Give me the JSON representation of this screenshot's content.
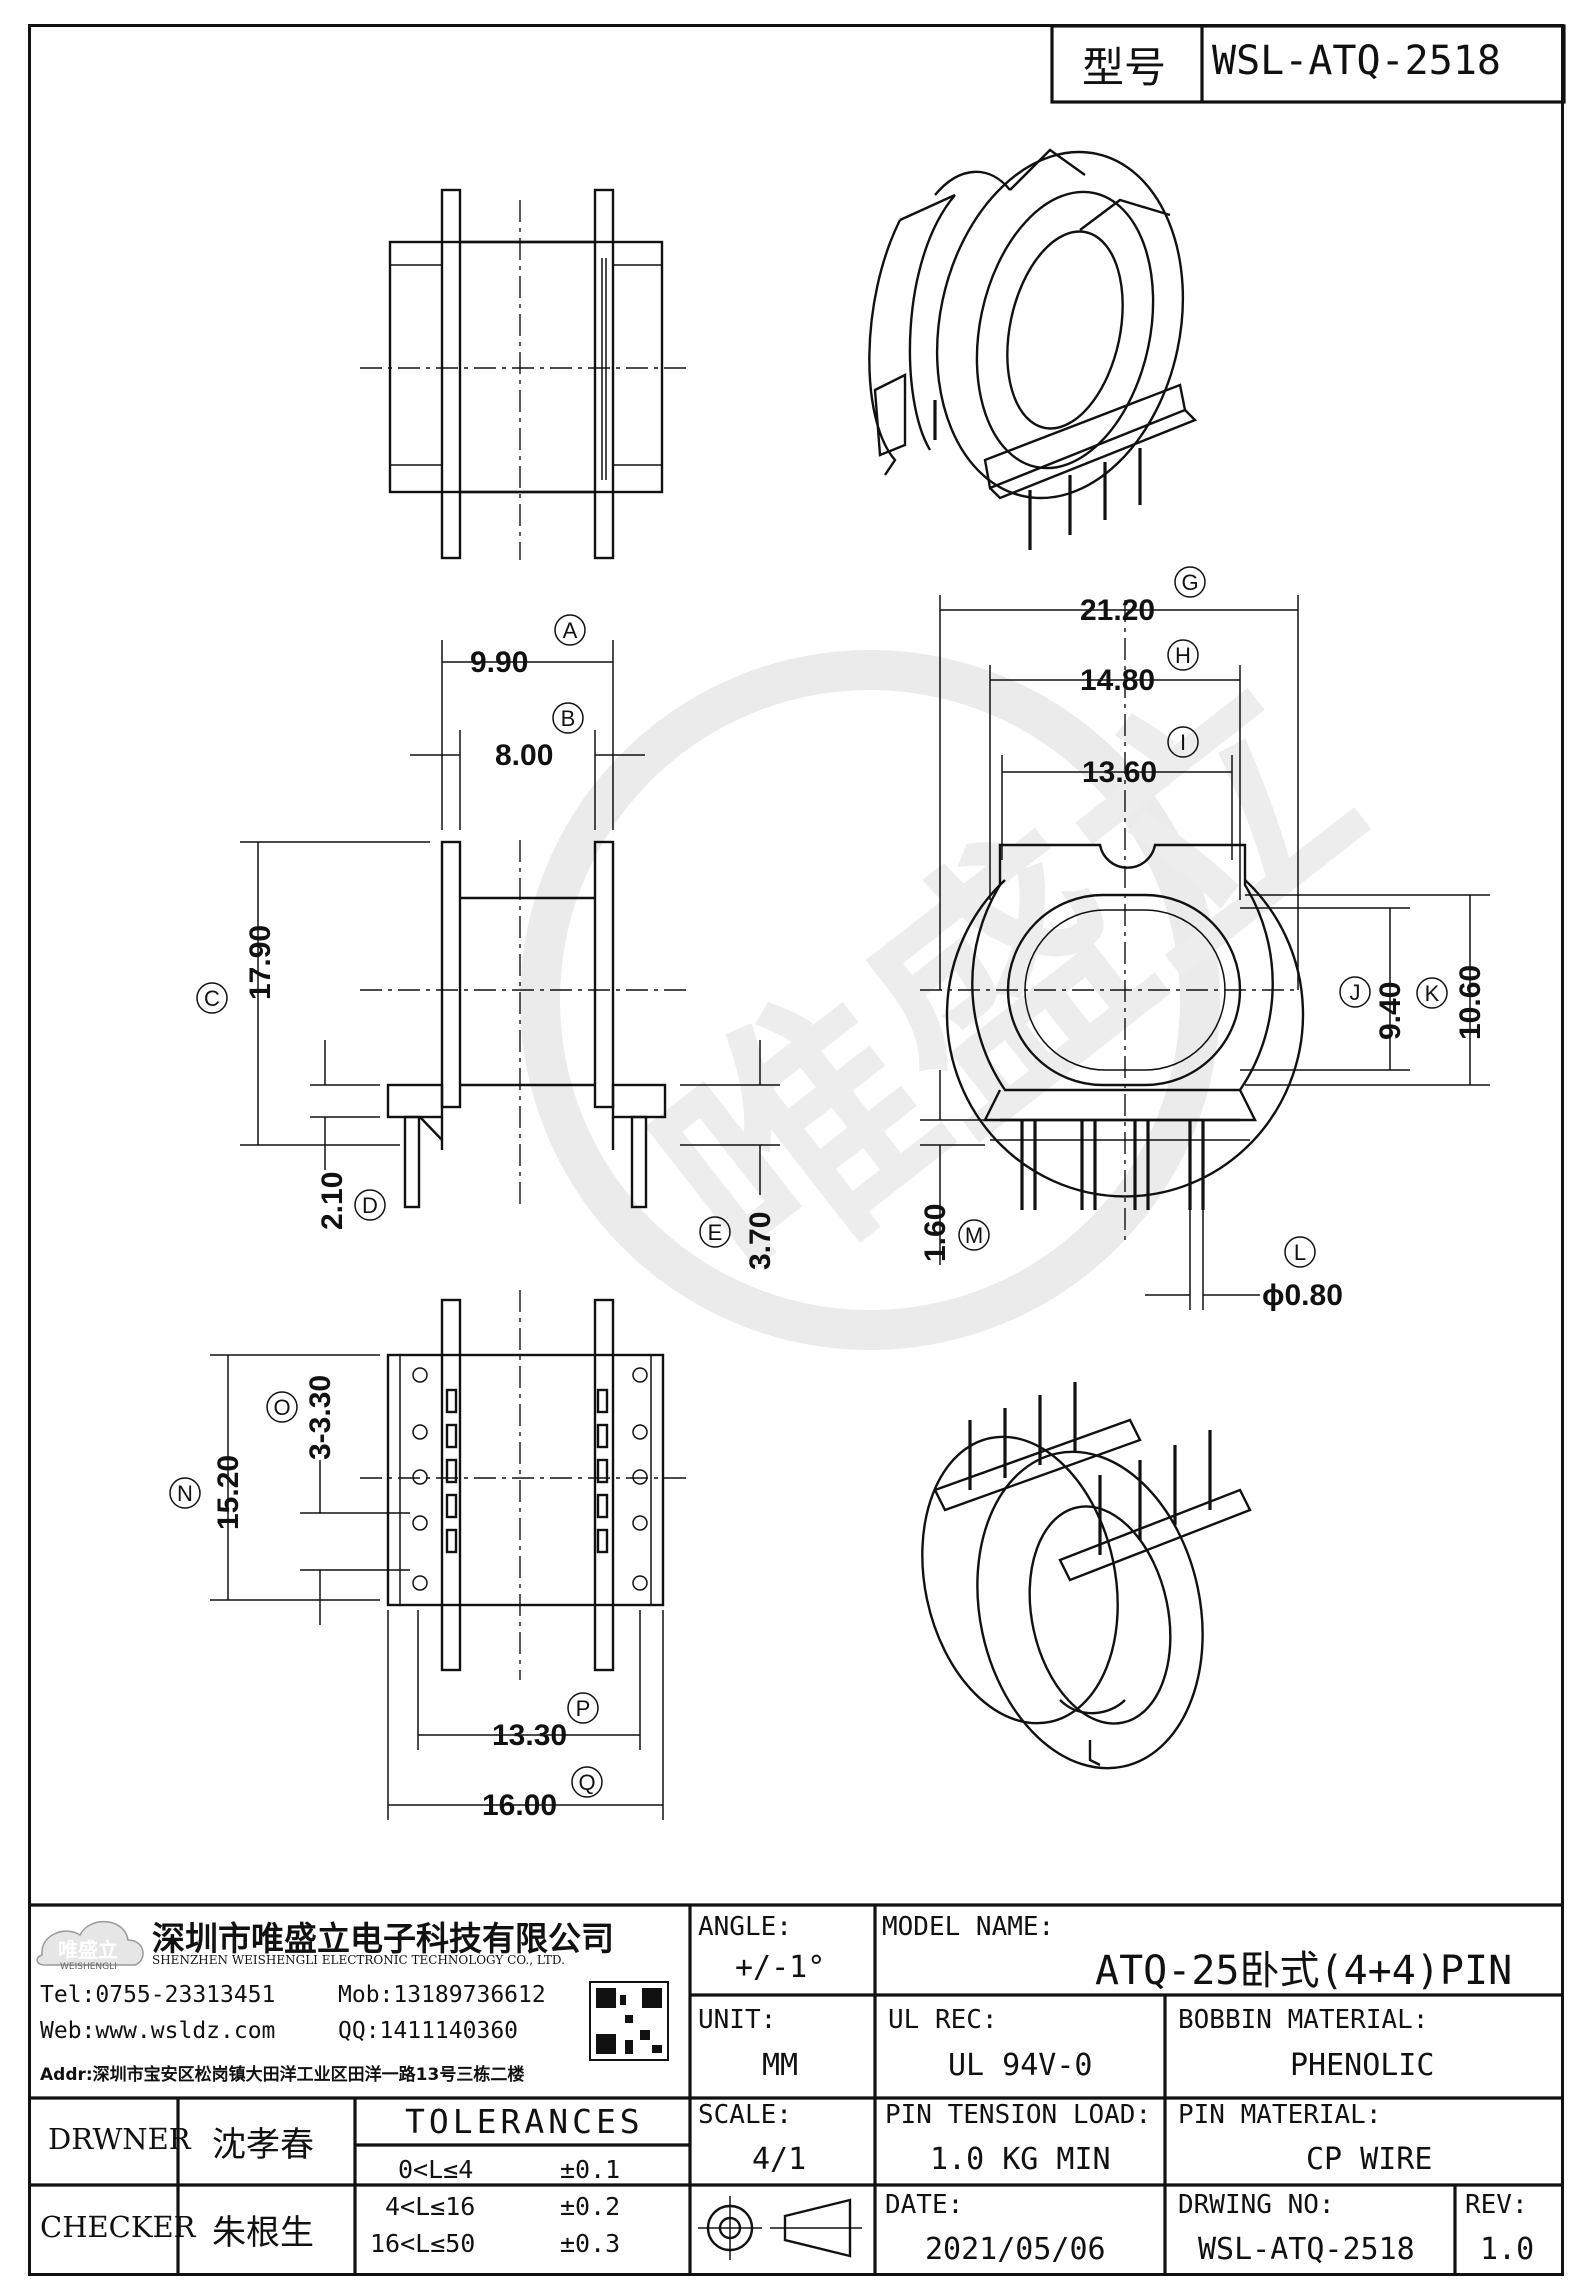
{
  "title_block_top": {
    "type_label": "型号",
    "type_value": "WSL-ATQ-2518"
  },
  "dimensions": [
    {
      "id": "A",
      "value": "9.90"
    },
    {
      "id": "B",
      "value": "8.00"
    },
    {
      "id": "C",
      "value": "17.90"
    },
    {
      "id": "D",
      "value": "2.10"
    },
    {
      "id": "E",
      "value": "3.70"
    },
    {
      "id": "G",
      "value": "21.20"
    },
    {
      "id": "H",
      "value": "14.80"
    },
    {
      "id": "I",
      "value": "13.60"
    },
    {
      "id": "J",
      "value": "9.40"
    },
    {
      "id": "K",
      "value": "10.60"
    },
    {
      "id": "L",
      "value": "ϕ0.80"
    },
    {
      "id": "M",
      "value": "1.60"
    },
    {
      "id": "N",
      "value": "15.20"
    },
    {
      "id": "O",
      "value": "3-3.30"
    },
    {
      "id": "P",
      "value": "13.30"
    },
    {
      "id": "Q",
      "value": "16.00"
    }
  ],
  "company": {
    "logo_text": "唯盛立",
    "logo_sub": "WEISHENGLI",
    "name_cn": "深圳市唯盛立电子科技有限公司",
    "name_en": "SHENZHEN WEISHENGLI ELECTRONIC TECHNOLOGY CO., LTD.",
    "tel": "Tel:0755-23313451",
    "mob": "Mob:13189736612",
    "web": "Web:www.wsldz.com",
    "qq": "QQ:1411140360",
    "addr": "Addr:深圳市宝安区松岗镇大田洋工业区田洋一路13号三栋二楼"
  },
  "title_block": {
    "angle_label": "ANGLE:",
    "angle_value": "+/-1°",
    "model_label": "MODEL NAME:",
    "model_value": "ATQ-25卧式(4+4)PIN",
    "unit_label": "UNIT:",
    "unit_value": "MM",
    "ul_label": "UL REC:",
    "ul_value": "UL 94V-0",
    "bobbin_label": "BOBBIN MATERIAL:",
    "bobbin_value": "PHENOLIC",
    "drawer_label": "DRWNER",
    "drawer_value": "沈孝春",
    "tolerances_label": "TOLERANCES",
    "scale_label": "SCALE:",
    "scale_value": "4/1",
    "pin_tension_label": "PIN TENSION LOAD:",
    "pin_tension_value": "1.0 KG MIN",
    "pin_material_label": "PIN MATERIAL:",
    "pin_material_value": "CP WIRE",
    "checker_label": "CHECKER",
    "checker_value": "朱根生",
    "date_label": "DATE:",
    "date_value": "2021/05/06",
    "drwing_label": "DRWING NO:",
    "drwing_value": "WSL-ATQ-2518",
    "rev_label": "REV:",
    "rev_value": "1.0",
    "tol_rows": [
      {
        "range": "0<L≤4",
        "tol": "±0.1"
      },
      {
        "range": "4<L≤16",
        "tol": "±0.2"
      },
      {
        "range": "16<L≤50",
        "tol": "±0.3"
      }
    ]
  }
}
